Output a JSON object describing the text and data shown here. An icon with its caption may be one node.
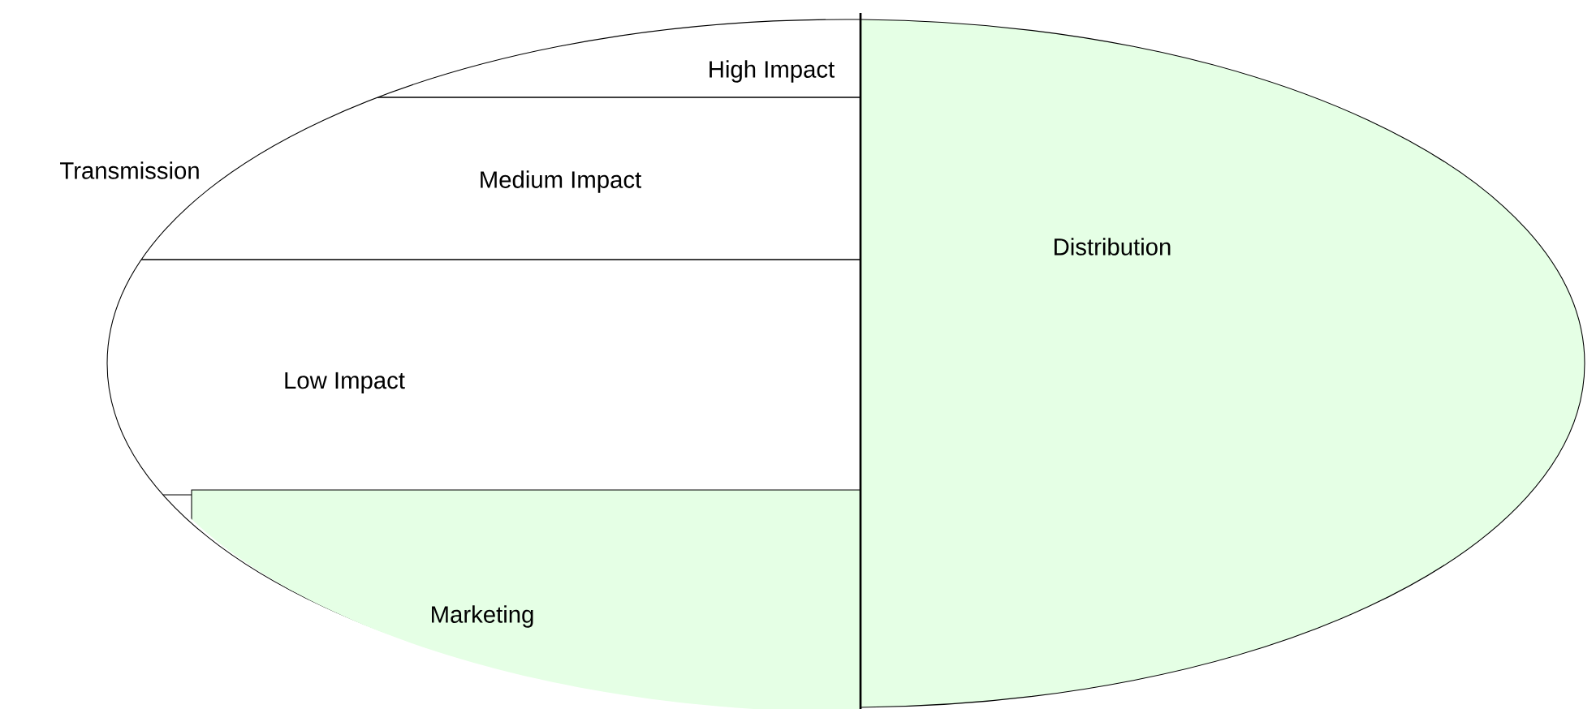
{
  "diagram": {
    "nodes": [
      {
        "text": [
          "High Impact"
        ]
      },
      {
        "text": [
          "Medium Impact"
        ]
      },
      {
        "text": [
          "Low Impact"
        ]
      },
      {
        "text": [
          "Marketing"
        ]
      },
      {
        "text": [
          "Distribution"
        ]
      }
    ],
    "labels": [
      "Transmission"
    ]
  }
}
